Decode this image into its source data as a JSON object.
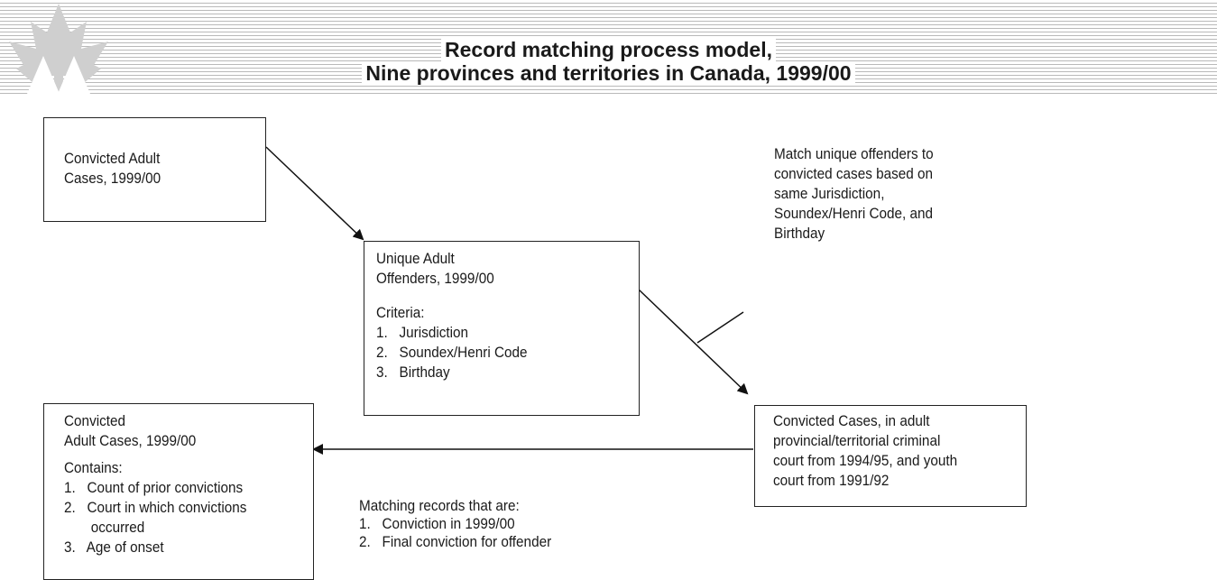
{
  "header": {
    "title_line1": "Record matching process model,",
    "title_line2": "Nine provinces and territories in Canada, 1999/00"
  },
  "nodes": {
    "convicted_cases": {
      "line1": "Convicted Adult",
      "line2": "Cases, 1999/00"
    },
    "unique_offenders": {
      "line1": "Unique Adult",
      "line2": "Offenders, 1999/00",
      "criteria_label": "Criteria:",
      "criteria": [
        "1.   Jurisdiction",
        "2.   Soundex/Henri Code",
        "3.   Birthday"
      ]
    },
    "court_cases": {
      "line1": "Convicted Cases, in adult",
      "line2": "provincial/territorial criminal",
      "line3": "court from 1994/95, and youth",
      "line4": "court from 1991/92"
    },
    "result_cases": {
      "line1": "Convicted",
      "line2": "Adult Cases, 1999/00",
      "contains_label": "Contains:",
      "items": [
        "1.   Count of prior convictions",
        "2.   Court in which convictions",
        "       occurred",
        "3.   Age of onset"
      ]
    }
  },
  "annotations": {
    "match_note": [
      "Match unique offenders to",
      "convicted cases based on",
      "same Jurisdiction,",
      "Soundex/Henri Code, and",
      "Birthday"
    ],
    "matching_records_label": "Matching records that are:",
    "matching_records": [
      "1.   Conviction in 1999/00",
      "2.   Final conviction for offender"
    ]
  }
}
